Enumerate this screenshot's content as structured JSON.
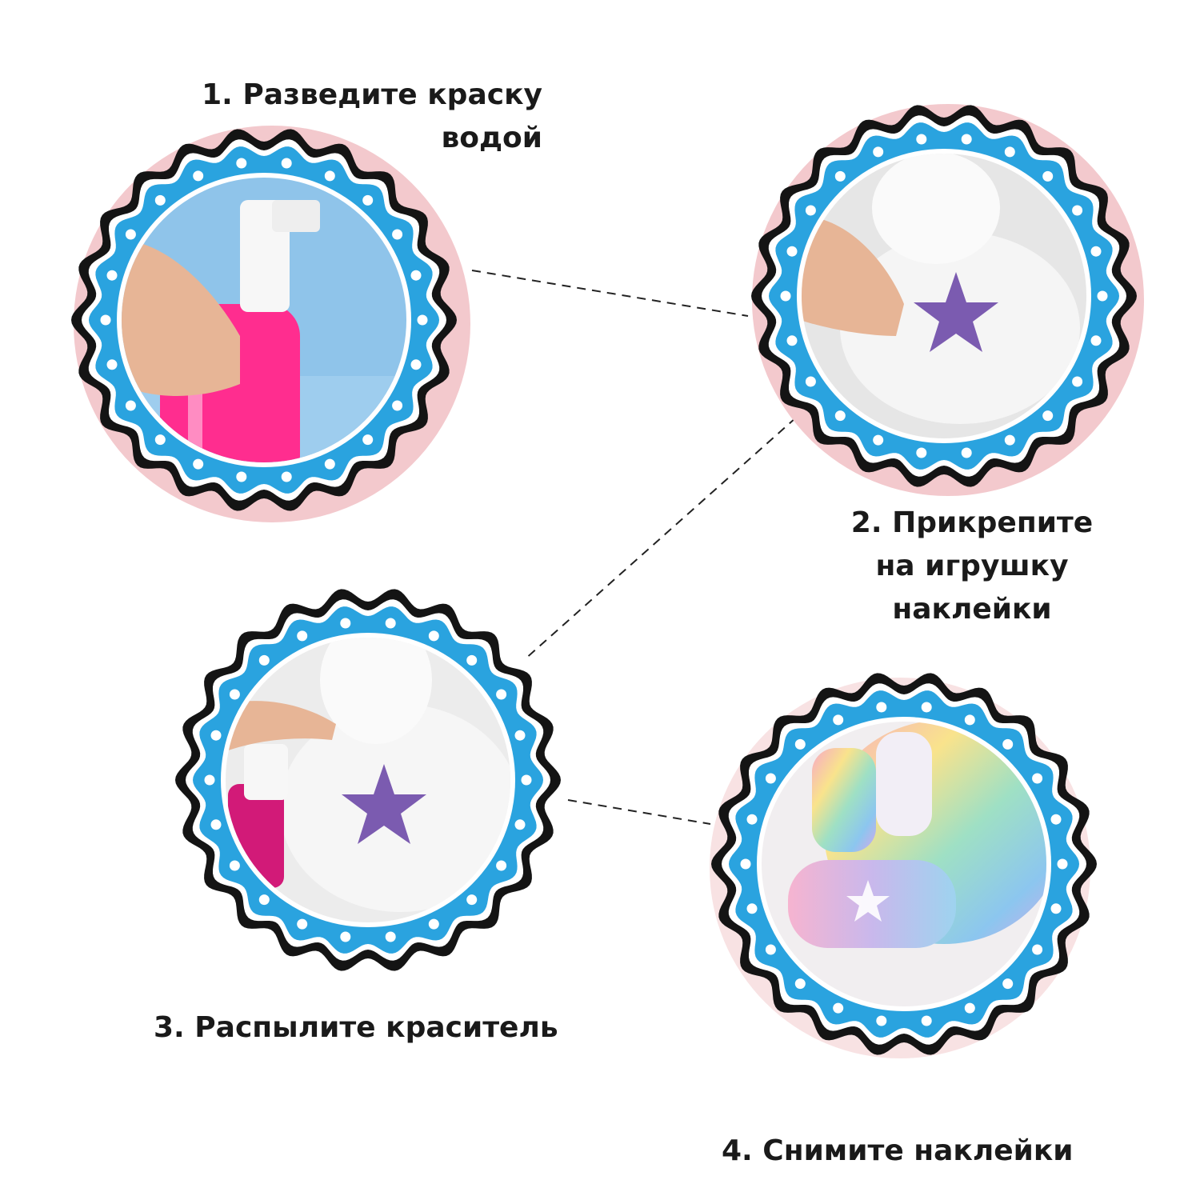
{
  "colors": {
    "frame_blue": "#2aa3df",
    "dot_white": "#ffffff",
    "scallop_black": "#141414",
    "backdrop_pink": "#f3c9cd",
    "backdrop_stripe": "#ffffff",
    "connector": "#222222",
    "star_purple": "#7b5bb0",
    "bottle_pink": "#ff2d8f",
    "paint_blue": "#8fc4ea",
    "plush_white": "#f4f4f4",
    "skin": "#e7b596"
  },
  "steps": [
    {
      "number": "1.",
      "lines": [
        "Разведите краску",
        "водой"
      ],
      "photo": "spray-bottle-photo"
    },
    {
      "number": "2.",
      "lines": [
        "Прикрепите",
        "на игрушку",
        "наклейки"
      ],
      "photo": "star-sticker-photo"
    },
    {
      "number": "3.",
      "lines": [
        "Распылите краситель"
      ],
      "photo": "spray-dye-photo"
    },
    {
      "number": "4.",
      "lines": [
        "Снимите наклейки"
      ],
      "photo": "tie-dye-result-photo"
    }
  ]
}
